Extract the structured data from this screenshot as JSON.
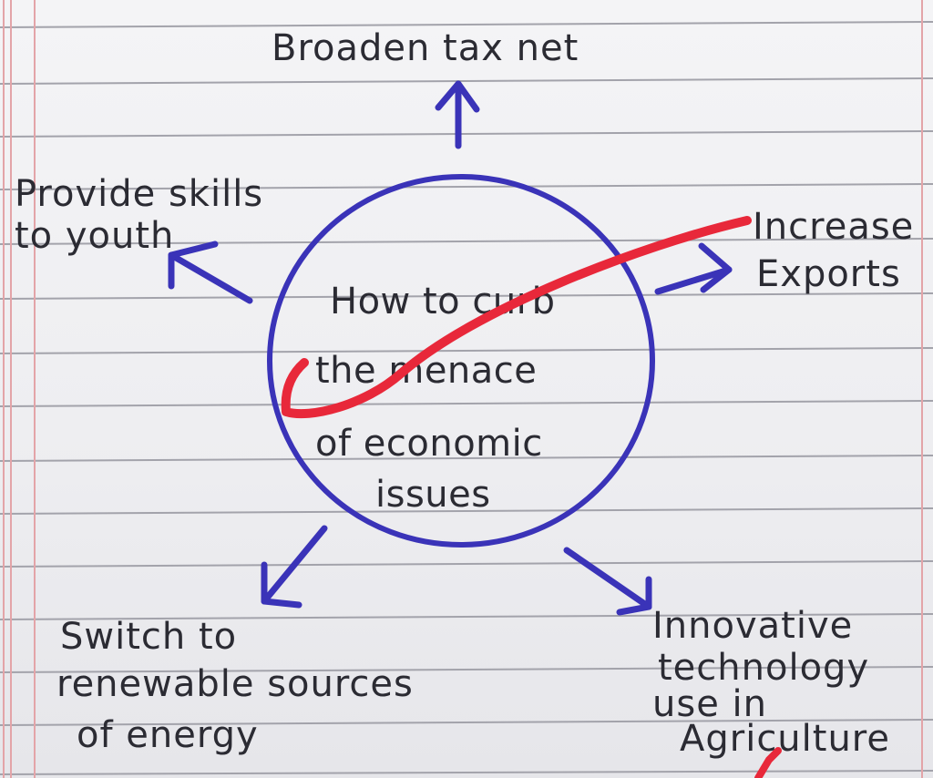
{
  "diagram": {
    "center": {
      "lines": [
        "How to curb",
        "the menace",
        "of economic",
        "issues"
      ]
    },
    "branches": {
      "top": {
        "lines": [
          "Broaden tax net"
        ]
      },
      "left": {
        "lines": [
          "Provide skills",
          "to youth"
        ]
      },
      "right": {
        "lines": [
          "Increase",
          "Exports"
        ]
      },
      "bottom_left": {
        "lines": [
          "Switch to",
          "renewable sources",
          "of energy"
        ]
      },
      "bottom_right": {
        "lines": [
          "Innovative",
          "technology",
          "use in",
          "Agriculture"
        ]
      }
    }
  },
  "colors": {
    "paper": "#f2f2f4",
    "rule_lines": "#9a9aa2",
    "margin_lines": "#e0a0a4",
    "circle_and_arrows": "#3a33b8",
    "pencil_text": "#2b2b33",
    "correction_mark": "#e8283a"
  },
  "annotations": {
    "red_correction_stroke": true
  }
}
